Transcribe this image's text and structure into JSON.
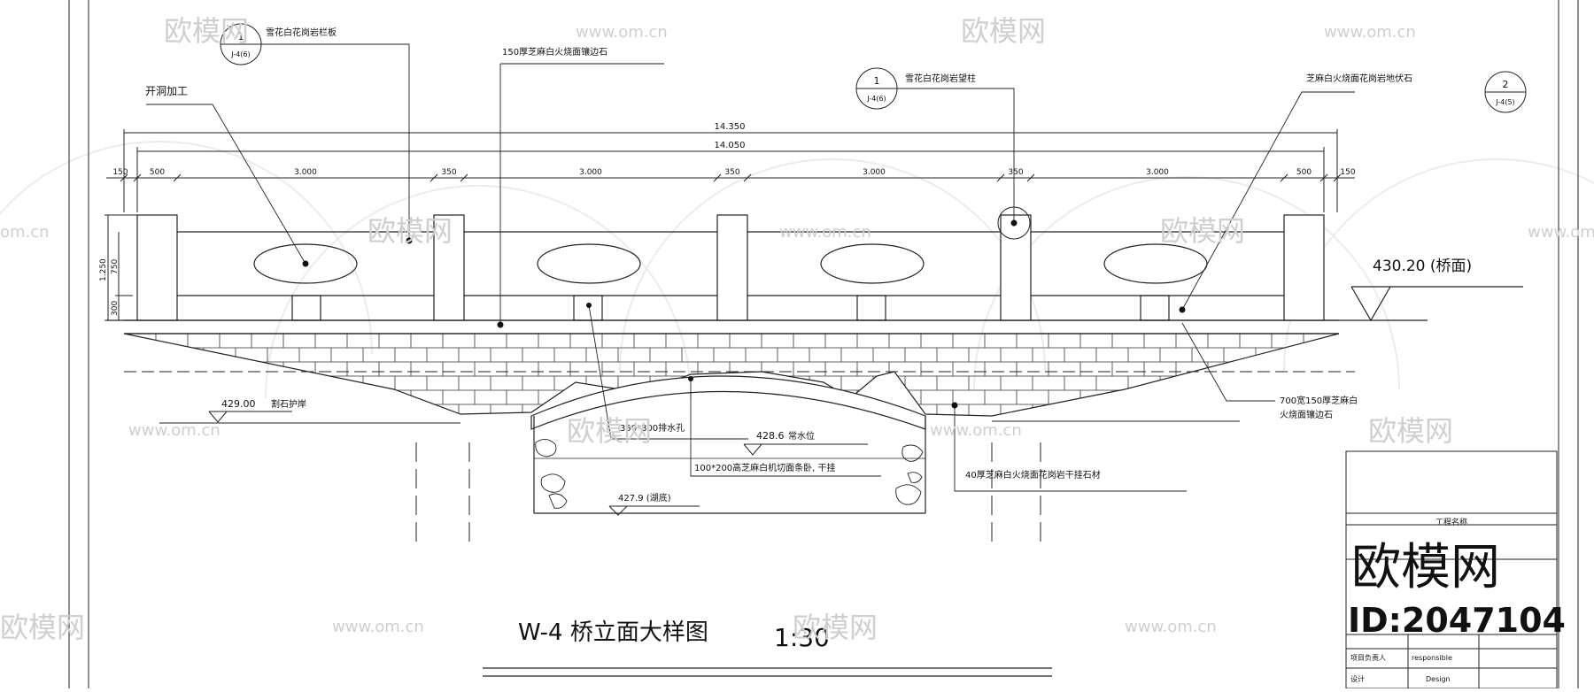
{
  "drawing": {
    "title": "W-4 桥立面大样图",
    "scale": "1:30"
  },
  "dimensions": {
    "overall_top": "14.350",
    "overall_inner": "14.050",
    "segments": [
      "150",
      "500",
      "3.000",
      "350",
      "3.000",
      "350",
      "3.000",
      "350",
      "3.000",
      "500",
      "150"
    ],
    "vertical": [
      "1.250",
      "750",
      "300"
    ]
  },
  "elevations": {
    "deck": "430.20 (桥面)",
    "bank": "429.00",
    "bank_note": "割石护岸",
    "normal_water": "428.6",
    "normal_water_note": "常水位",
    "bed": "427.9 (湖底)"
  },
  "callouts": {
    "c1": {
      "num": "1",
      "ref": "J-4(6)",
      "text": "雪花白花岗岩栏板"
    },
    "c2": {
      "text": "150厚芝麻白火烧面镶边石"
    },
    "c3": {
      "text": "开洞加工"
    },
    "c4": {
      "num": "1",
      "ref": "J-4(6)",
      "text": "雪花白花岗岩望柱"
    },
    "c5": {
      "num": "2",
      "ref": "J-4(5)",
      "text": "芝麻白火烧面花岗岩地伏石"
    },
    "c6": {
      "text": "700宽150厚芝麻白",
      "text2": "火烧面镶边石"
    },
    "c7": {
      "text": "350*300排水孔"
    },
    "c8": {
      "text": "100*200高芝麻白机切面条卧, 干挂"
    },
    "c9": {
      "text": "40厚芝麻白火烧面花岗岩干挂石材"
    }
  },
  "title_block": {
    "project_name": "工程名称",
    "brand": "欧模网",
    "id": "ID:2047104",
    "rows": [
      {
        "cn": "项目负责人",
        "en": "responsible"
      },
      {
        "cn": "设计",
        "en": "Design"
      }
    ]
  },
  "watermarks": {
    "logo": "欧模网",
    "url": "www.om.cn",
    "url_short": "om.cn"
  }
}
